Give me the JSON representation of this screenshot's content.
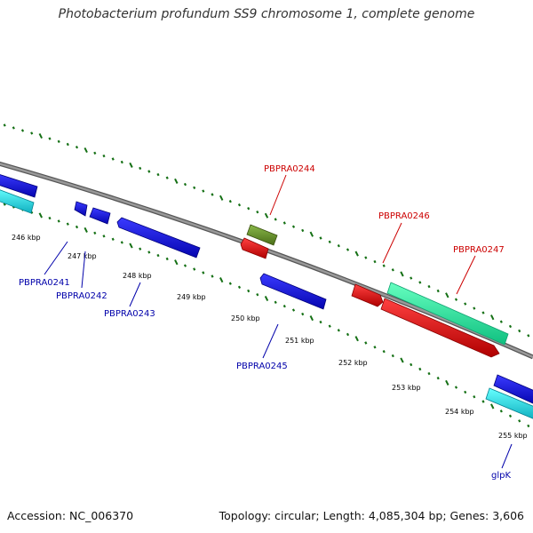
{
  "title": "Photobacterium profundum SS9 chromosome 1, complete genome",
  "footer": {
    "accession": "Accession: NC_006370",
    "summary": "Topology: circular; Length: 4,085,304 bp; Genes: 3,606"
  },
  "colors": {
    "backbone": "#808080",
    "tick": "#157015",
    "blue": "#0a0aee",
    "cyan": "#22dddd",
    "red": "#ee1111",
    "teal": "#22ee99",
    "olive": "#6a9a2a",
    "label_blue": "#0000aa",
    "label_red": "#cc0000"
  },
  "kbp_labels": [
    "246 kbp",
    "247 kbp",
    "248 kbp",
    "249 kbp",
    "250 kbp",
    "251 kbp",
    "252 kbp",
    "253 kbp",
    "254 kbp",
    "255 kbp"
  ],
  "genes": [
    {
      "name": "PBPRA0241",
      "color": "label_blue"
    },
    {
      "name": "PBPRA0242",
      "color": "label_blue"
    },
    {
      "name": "PBPRA0243",
      "color": "label_blue"
    },
    {
      "name": "PBPRA0244",
      "color": "label_red"
    },
    {
      "name": "PBPRA0245",
      "color": "label_blue"
    },
    {
      "name": "PBPRA0246",
      "color": "label_red"
    },
    {
      "name": "PBPRA0247",
      "color": "label_red"
    },
    {
      "name": "glpK",
      "color": "label_blue"
    }
  ]
}
